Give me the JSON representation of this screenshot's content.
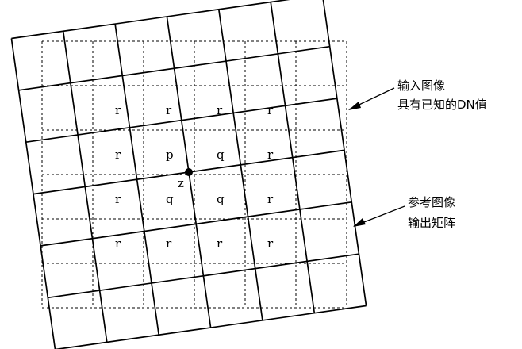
{
  "reference_grid": {
    "style": "dashed",
    "columns": 6,
    "rows": 6
  },
  "input_grid": {
    "style": "solid",
    "rotation_deg": -8
  },
  "labels": {
    "rows": [
      [
        "r",
        "r",
        "r",
        "r"
      ],
      [
        "r",
        "p",
        "q",
        "r"
      ],
      [
        "r",
        "q",
        "q",
        "r"
      ],
      [
        "r",
        "r",
        "r",
        "r"
      ]
    ],
    "z_label": "z"
  },
  "annotations": {
    "input_image": {
      "line1": "输入图像",
      "line2": "具有已知的DN值"
    },
    "reference_image": {
      "line1": "参考图像",
      "line2": "输出矩阵"
    }
  },
  "colors": {
    "line": "#000000",
    "background": "#ffffff"
  }
}
